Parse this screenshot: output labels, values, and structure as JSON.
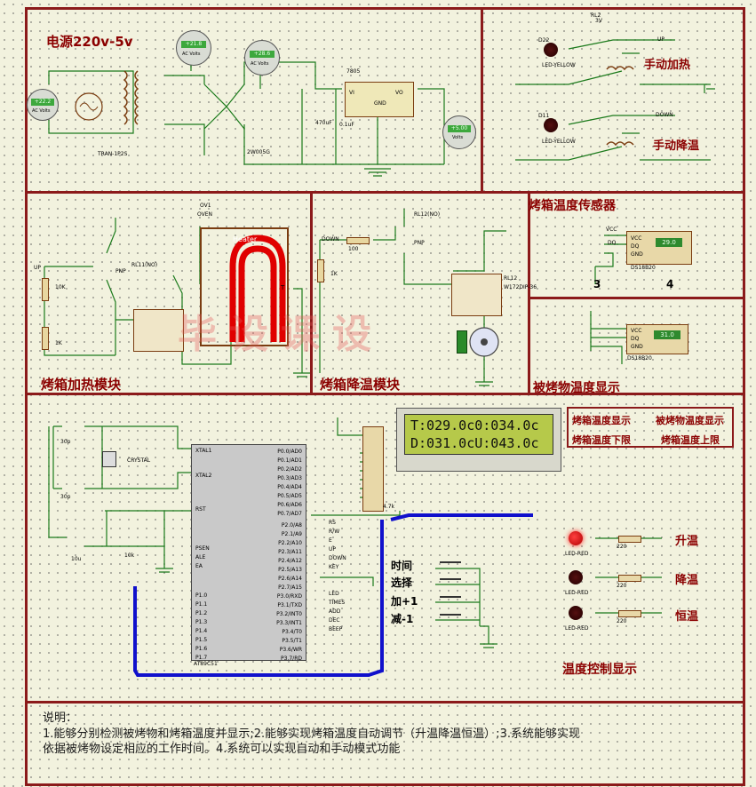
{
  "sections": {
    "power": "电源220v-5v",
    "manual_heat": "手动加热",
    "manual_cool": "手动降温",
    "oven_sensor": "烤箱温度传感器",
    "heating_module": "烤箱加热模块",
    "cooling_module": "烤箱降温模块",
    "food_temp": "被烤物温度显示",
    "temp_control": "温度控制显示"
  },
  "power_block": {
    "meter_ac_left": "+22.2",
    "meter_ac_mid": "+21.8",
    "meter_ac_right": "+28.6",
    "meter_dc": "+5.00",
    "meter_unit_ac": "AC Volts",
    "meter_unit_dc": "Volts",
    "transformer": "TRAN-1P2S",
    "bridge": "2W005G",
    "regulator": "7805",
    "reg_vi": "VI",
    "reg_vo": "VO",
    "reg_gnd": "GND",
    "cap1": "470uF",
    "cap2": "0.1uF"
  },
  "relay_block": {
    "rl2": "RL2",
    "rl2_v": "3V",
    "up": "UP",
    "down": "DOWN",
    "led_yellow": "LED-YELLOW",
    "d22": "D22",
    "d11": "D11"
  },
  "heater_block": {
    "oven_label": "OV1",
    "oven_type": "OVEN",
    "heater": "Heater",
    "t": "T",
    "relay": "RL11(NO)",
    "pnp": "PNP",
    "r1": "10K",
    "r2": "1K",
    "up": "UP"
  },
  "cooler_block": {
    "relay": "RL12(NO)",
    "pnp": "PNP",
    "down": "DOWN",
    "r": "1K",
    "r2": "100",
    "rl12": "RL12",
    "model": "W172DIP-36"
  },
  "sensor_block": {
    "vcc": "VCC",
    "dq": "DQ",
    "gnd": "GND",
    "part": "DS18B20",
    "value1": "29.0",
    "value2": "31.0",
    "pin3": "3",
    "pin4": "4"
  },
  "lcd": {
    "line1": "T:029.0c0:034.0c",
    "line2": "D:031.0cU:043.0c"
  },
  "legend_box": {
    "oven_temp": "烤箱温度显示",
    "food_temp": "被烤物温度显示",
    "oven_low": "烤箱温度下限",
    "oven_high": "烤箱温度上限"
  },
  "mcu": {
    "name": "AT89C51",
    "xtal1": "XTAL1",
    "xtal2": "XTAL2",
    "rst": "RST",
    "psen": "PSEN",
    "ale": "ALE",
    "ea": "EA",
    "crystal": "CRYSTAL",
    "c1": "30p",
    "c2": "30p",
    "c3": "10u",
    "r_rst": "10k",
    "rp": "4.7k",
    "left_pins": [
      "P1.0",
      "P1.1",
      "P1.2",
      "P1.3",
      "P1.4",
      "P1.5",
      "P1.6",
      "P1.7"
    ],
    "p0_pins": [
      "P0.0/AD0",
      "P0.1/AD1",
      "P0.2/AD2",
      "P0.3/AD3",
      "P0.4/AD4",
      "P0.5/AD5",
      "P0.6/AD6",
      "P0.7/AD7"
    ],
    "p2_pins": [
      "P2.0/A8",
      "P2.1/A9",
      "P2.2/A10",
      "P2.3/A11",
      "P2.4/A12",
      "P2.5/A13",
      "P2.6/A14",
      "P2.7/A15"
    ],
    "p3_pins": [
      "P3.0/RXD",
      "P3.1/TXD",
      "P3.2/INT0",
      "P3.3/INT1",
      "P3.4/T0",
      "P3.5/T1",
      "P3.6/WR",
      "P3.7/RD"
    ],
    "p2_nets": [
      "RS",
      "R/W",
      "E",
      "UP",
      "DOWN",
      "",
      "KEY",
      ""
    ],
    "p3_nets": [
      "",
      "LED",
      "TIMES",
      "ADD",
      "DEC",
      "BEEP",
      "",
      ""
    ]
  },
  "keys": {
    "time": "时间",
    "select": "选择",
    "add": "加+1",
    "sub": "减-1"
  },
  "leds": {
    "up": "升温",
    "down": "降温",
    "hold": "恒温",
    "led_red": "LED-RED",
    "r": "220"
  },
  "watermark": "毕设课设",
  "description": {
    "heading": "说明：",
    "line1": "1.能够分别检测被烤物和烤箱温度并显示;2.能够实现烤箱温度自动调节（升温降温恒温）;3.系统能够实现",
    "line2": "依据被烤物设定相应的工作时间。4.系统可以实现自动和手动模式功能"
  },
  "colors": {
    "border": "#8b1a1a",
    "title": "#8b0000",
    "lcd_bg": "#b6c94a",
    "wire": "#1b7a1b",
    "bus": "#1010cc",
    "heater": "#e00000"
  }
}
